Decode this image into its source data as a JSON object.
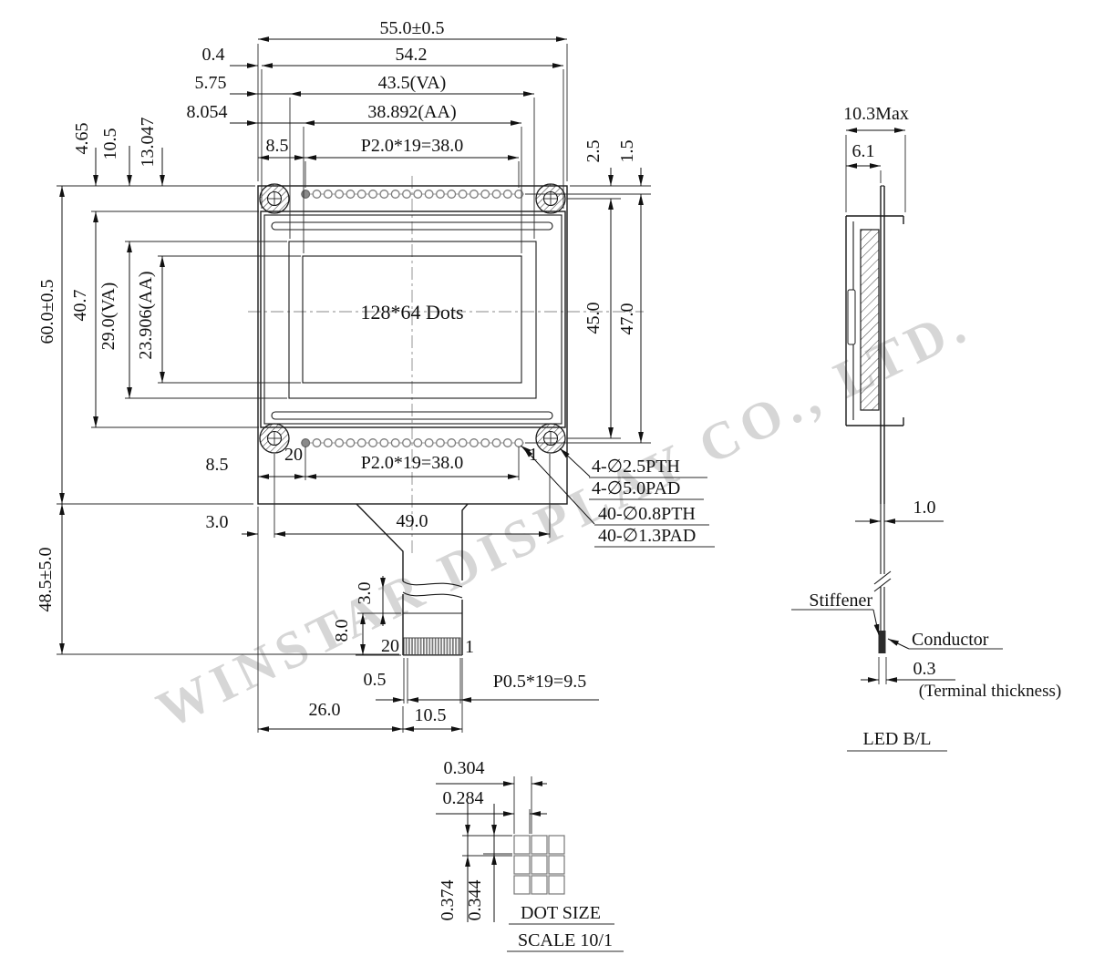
{
  "watermark": "WINSTAR DISPLAY CO., LTD.",
  "front_view": {
    "display_area_text": "128*64 Dots",
    "top_dims": {
      "overall_width": "55.0±0.5",
      "bezel_width": "54.2",
      "va_width": "43.5(VA)",
      "aa_width": "38.892(AA)",
      "pad_pitch": "P2.0*19=38.0",
      "edge_to_bezel": "0.4",
      "edge_to_va": "5.75",
      "edge_to_aa": "8.054",
      "edge_to_pad": "8.5"
    },
    "left_dims": {
      "overall_height": "60.0±0.5",
      "bezel_height": "40.7",
      "va_height": "29.0(VA)",
      "aa_height": "23.906(AA)",
      "top_to_bezel": "4.65",
      "top_to_va": "10.5",
      "top_to_aa": "13.047",
      "tail_length": "48.5±5.0"
    },
    "right_dims": {
      "edge_to_hole": "2.5",
      "edge_to_pad": "1.5",
      "hole_span": "45.0",
      "pad_span": "47.0"
    },
    "bottom_dims": {
      "edge_to_pad": "8.5",
      "pad_pitch": "P2.0*19=38.0",
      "edge_to_hole": "3.0",
      "hole_span": "49.0",
      "pin20": "20",
      "pin1": "1"
    },
    "tail_dims": {
      "neck": "3.0",
      "end_length": "8.0",
      "contact_offset": "0.5",
      "contact_pitch": "P0.5*19=9.5",
      "tail_width": "10.5",
      "edge_to_tail": "26.0",
      "pin20": "20",
      "pin1": "1"
    },
    "callouts": {
      "hole_pth": "4-∅2.5PTH",
      "hole_pad": "4-∅5.0PAD",
      "pin_pth": "40-∅0.8PTH",
      "pin_pad": "40-∅1.3PAD"
    }
  },
  "side_view": {
    "max_thickness": "10.3Max",
    "module_thickness": "6.1",
    "fpc_thickness": "1.0",
    "stiffener_label": "Stiffener",
    "conductor_label": "Conductor",
    "terminal_thickness": "0.3",
    "terminal_note": "(Terminal thickness)",
    "backlight_label": "LED B/L"
  },
  "dot_detail": {
    "title": "DOT SIZE",
    "scale": "SCALE 10/1",
    "h_pitch": "0.304",
    "dot_width": "0.284",
    "v_pitch": "0.374",
    "dot_height": "0.344"
  }
}
